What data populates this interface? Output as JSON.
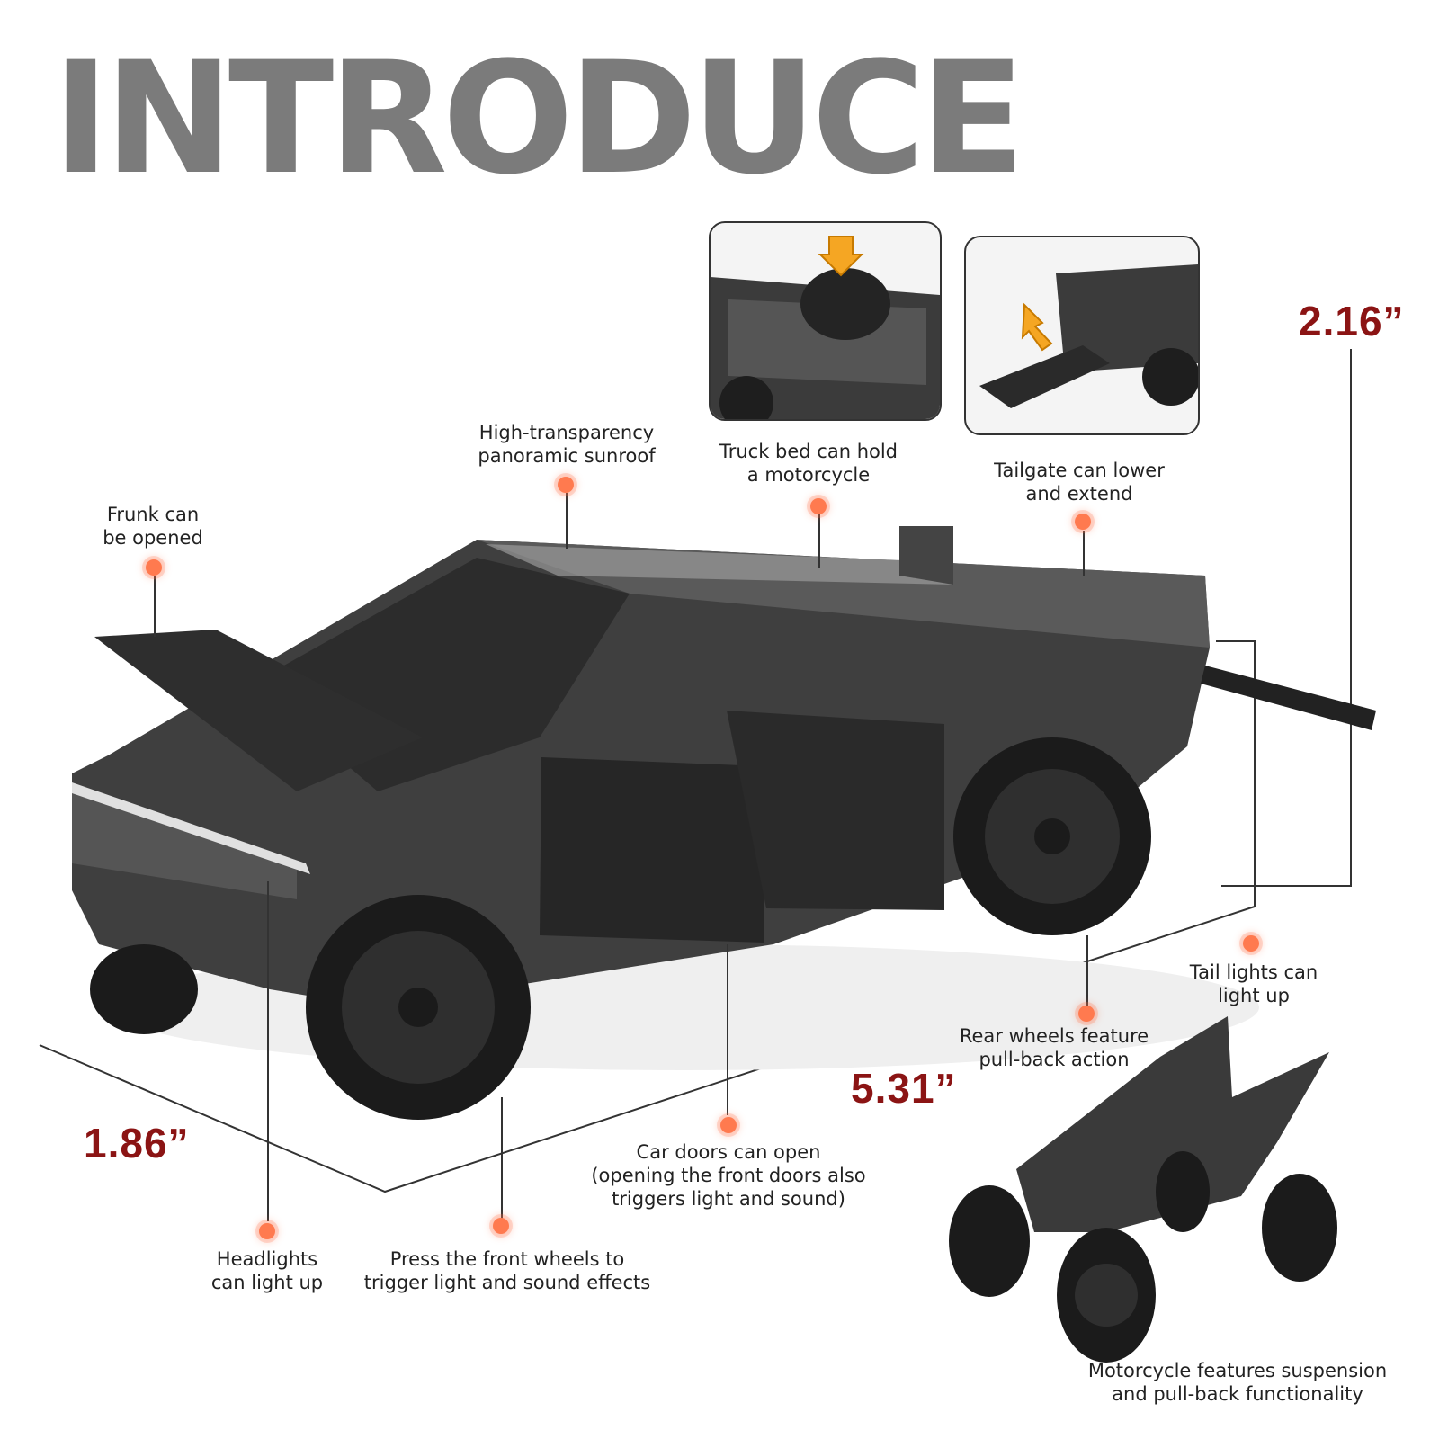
{
  "title": "INTRODUCE",
  "dimensions": {
    "height": "2.16”",
    "length": "5.31”",
    "width": "1.86”"
  },
  "features": {
    "sunroof": [
      "High-transparency",
      "panoramic sunroof"
    ],
    "truck_bed": [
      "Truck bed can hold",
      "a motorcycle"
    ],
    "tailgate": [
      "Tailgate can lower",
      "and extend"
    ],
    "frunk": [
      "Frunk can",
      "be opened"
    ],
    "tail_lights": [
      "Tail lights can",
      "light up"
    ],
    "rear_wheels": [
      "Rear wheels feature",
      "pull-back action"
    ],
    "doors": [
      "Car doors can open",
      "(opening the front doors also",
      "triggers light and sound)"
    ],
    "headlights": [
      "Headlights",
      "can light up"
    ],
    "front_wheels": [
      "Press the front wheels to",
      "trigger light and sound effects"
    ],
    "motorcycle": [
      "Motorcycle features suspension",
      "and pull-back functionality"
    ]
  },
  "colors": {
    "title": "#7b7b7b",
    "dimension": "#8b1414",
    "marker": "#ff7a4f",
    "body": "#3d3d3d"
  }
}
